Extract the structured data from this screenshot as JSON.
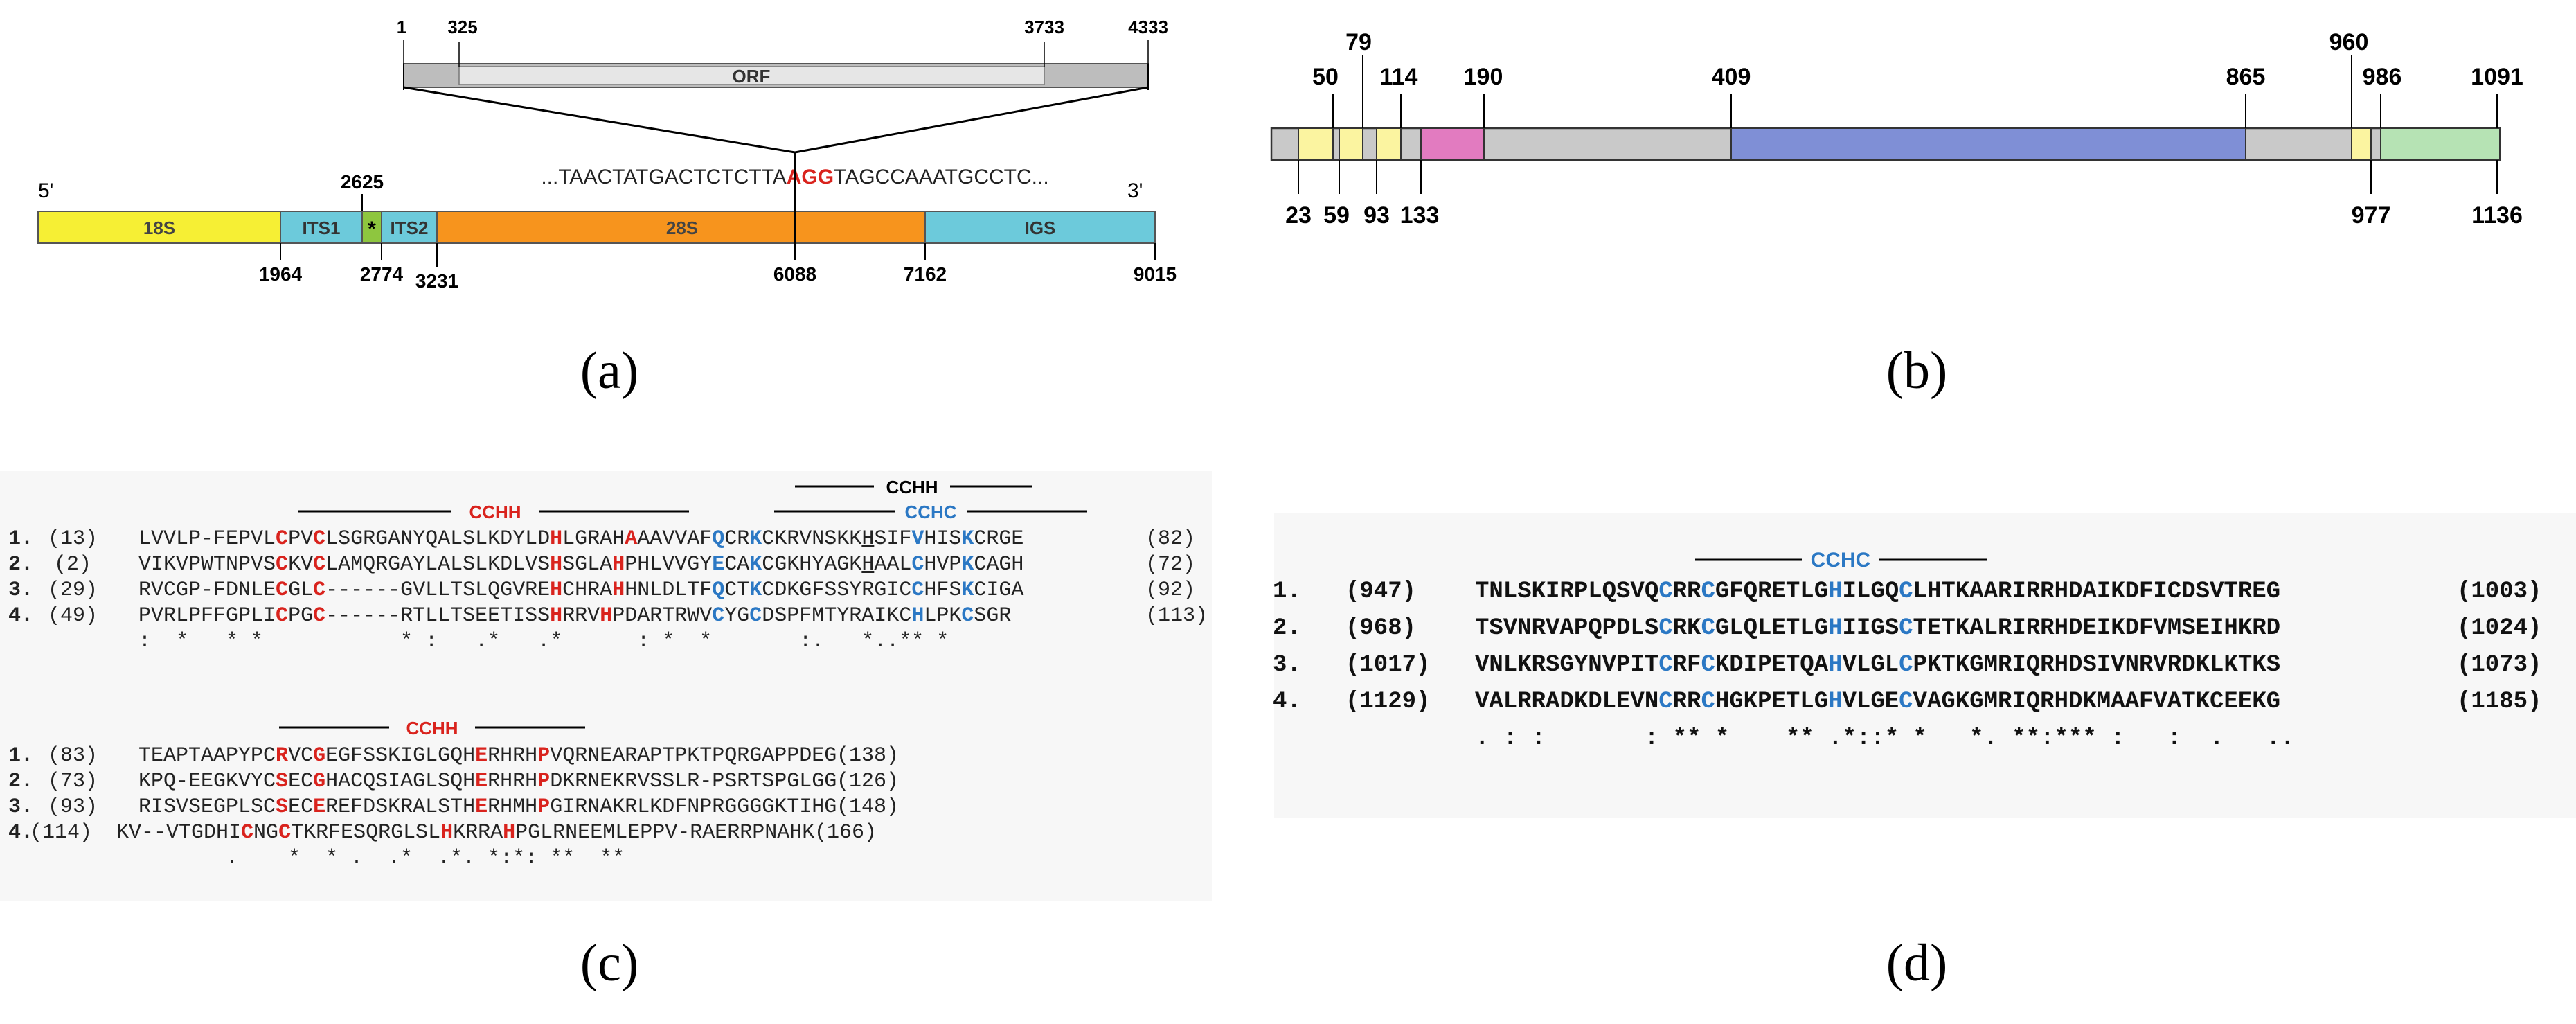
{
  "panels": {
    "a": {
      "caption": "(a)",
      "end5": "5'",
      "end3": "3'",
      "orf": {
        "start": "1",
        "orf_start": "325",
        "orf_end": "3733",
        "end": "4333",
        "label": "ORF"
      },
      "sequence": {
        "before": "...TAACTATGACTCTCTTA",
        "highlight": "AGG",
        "after": "TAGCCAAATGCCTC..."
      },
      "segments": {
        "s18": "18S",
        "its1": "ITS1",
        "star": "*",
        "its2": "ITS2",
        "s28": "28S",
        "igs": "IGS"
      },
      "ticks": {
        "t1964": "1964",
        "t2625": "2625",
        "t2774": "2774",
        "t3231": "3231",
        "t6088": "6088",
        "t7162": "7162",
        "t9015": "9015"
      },
      "colors": {
        "s18": "#f6ef34",
        "its": "#6ccadb",
        "star": "#8ec63f",
        "s28": "#f7941d",
        "orf": "#bdbdbd"
      }
    },
    "b": {
      "caption": "(b)",
      "top_labels": {
        "l50": "50",
        "l79": "79",
        "l114": "114",
        "l190": "190",
        "l409": "409",
        "l865": "865",
        "l960": "960",
        "l986": "986",
        "l1091": "1091"
      },
      "bottom_labels": {
        "l23": "23",
        "l59": "59",
        "l93": "93",
        "l133": "133",
        "l977": "977",
        "l1136": "1136"
      },
      "colors": {
        "bar": "#c9c9c9",
        "yellow": "#fbf4a0",
        "pink": "#e27bc0",
        "blue": "#7f8fd6",
        "green": "#b6e3b4"
      }
    },
    "c": {
      "caption": "(c)",
      "motifs": {
        "cchh1": "CCHH",
        "cchh2": "CCHH",
        "cchc": "CCHC",
        "cchh3": "CCHH"
      },
      "block1": [
        {
          "n": "1.",
          "start": "(13)",
          "seq": "LVVLP-FEPVLCPVCLSGRGANYQALSLKDYLDHLGRAHAAAVVAFQCRKCKRVNSKKHSIFVHISKCRGE",
          "end": "(82)"
        },
        {
          "n": "2.",
          "start": "(2)",
          "seq": "VIKVPWTNPVSCKVCLAMQRGAYLALSLKDLVSHSGLAHPHLVVGYECAKCGKHYAGKHAALCHVPKCAGH",
          "end": "(72)"
        },
        {
          "n": "3.",
          "start": "(29)",
          "seq": "RVCGP-FDNLECGLC------GVLLTSLQGVREHCHRAHHNLDLTFQCTKCDKGFSSYRGICCHFSKCIGA",
          "end": "(92)"
        },
        {
          "n": "4.",
          "start": "(49)",
          "seq": "PVRLPFFGPLICPGC------RTLLTSEETISSHRRVHPDARTRWVCYGCDSPFMTYRAIKCHLPKCSGR",
          "end": "(113)"
        }
      ],
      "cons1": ":  *   * *           * :   .*   .*      : *  *       :.   *..** *",
      "block2": [
        {
          "n": "1.",
          "start": "(83)",
          "seq": "TEAPTAAPYPCRVCGEGFSSKIGLGQHERHRHPVQRNEARAPTPKTPQRGAPPDEG",
          "end": "(138)"
        },
        {
          "n": "2.",
          "start": "(73)",
          "seq": "KPQ-EEGKVYCSECGHACQSIAGLSQHERHRHPDKRNEKRVSSLR-PSRTSPGLGG",
          "end": "(126)"
        },
        {
          "n": "3.",
          "start": "(93)",
          "seq": "RISVSEGPLSCSECEREFDSKRALSTHERHMHPGIRNAKRLKDFNPRGGGGKTIHG",
          "end": "(148)"
        },
        {
          "n": "4.",
          "start": "(114)",
          "seq": "KV--VTGDHICNGCTKRFESQRGLSLHKRRAHPGLRNEEMLEPPV-RAERRPNAHK",
          "end": "(166)"
        }
      ],
      "cons2": ".    *  * .  .*  .*. *:*: **  **"
    },
    "d": {
      "caption": "(d)",
      "motif": "CCHC",
      "rows": [
        {
          "n": "1.",
          "start": "(947)",
          "seq": "TNLSKIRPLQSVQCRRCGFQRETLGHILGQCLHTKAARIRRHDAIKDFICDSVTREG",
          "end": "(1003)"
        },
        {
          "n": "2.",
          "start": "(968)",
          "seq": "TSVNRVAPQPDLSCRKCGLQLETLGHIIGSCTETKALRIRRHDEIKDFVMSEIHKRD",
          "end": "(1024)"
        },
        {
          "n": "3.",
          "start": "(1017)",
          "seq": "VNLKRSGYNVPITCRFCKDIPETQAHVLGLCPKTKGMRIQRHDSIVNRVRDKLKTKS",
          "end": "(1073)"
        },
        {
          "n": "4.",
          "start": "(1129)",
          "seq": "VALRRADKDLEVNCRRCHGKPETLGHVLGECVAGKGMRIQRHDKMAAFVATKCEEKG",
          "end": "(1185)"
        }
      ],
      "cons": ". : :       : ** *    ** .*::* *   *. **:*** :   :  .   .."
    }
  }
}
